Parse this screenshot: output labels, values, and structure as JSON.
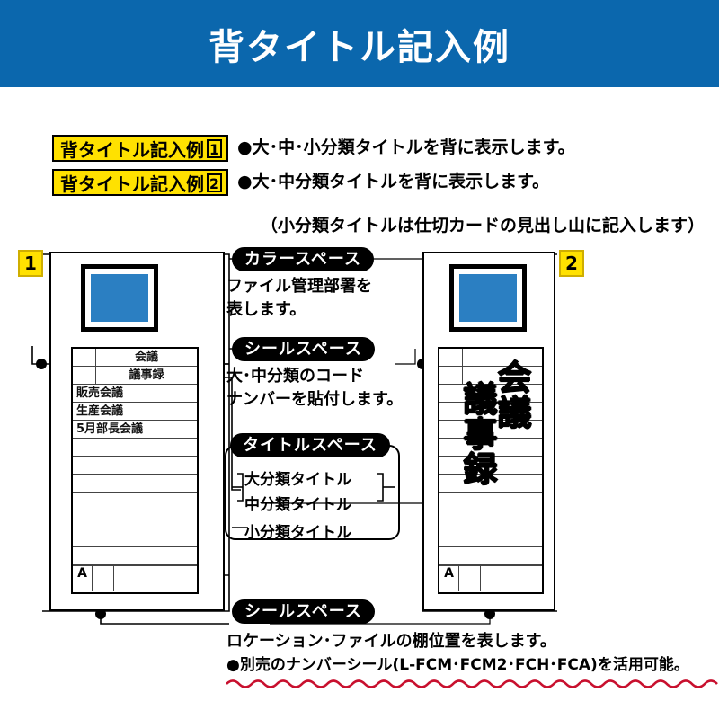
{
  "header": {
    "title": "背タイトル記入例"
  },
  "legend": {
    "items": [
      {
        "label": "背タイトル記入例",
        "num": "1",
        "desc": "●大･中･小分類タイトルを背に表示します。"
      },
      {
        "label": "背タイトル記入例",
        "num": "2",
        "desc": "●大･中分類タイトルを背に表示します。"
      }
    ],
    "sub_note": "（小分類タイトルは仕切カードの見出し山に記入します）"
  },
  "panels": {
    "left": {
      "chip": "1",
      "rows": [
        "会議",
        "議事録",
        "販売会議",
        "生産会議",
        "5月部長会議"
      ],
      "bottom_code": "A"
    },
    "right": {
      "chip": "2",
      "vertical_title_1": "会議",
      "vertical_title_2": "議事録",
      "bottom_code": "A"
    }
  },
  "callouts": {
    "color_space": {
      "pill": "カラースペース",
      "line1": "ファイル管理部署を",
      "line2": "表します。"
    },
    "seal_space": {
      "pill": "シールスペース",
      "line1": "大･中分類のコード",
      "line2": "ナンバーを貼付します。"
    },
    "title_space": {
      "pill": "タイトルスペース",
      "items": [
        "大分類タイトル",
        "中分類タイトル",
        "小分類タイトル"
      ]
    },
    "seal_space_bottom": {
      "pill": "シールスペース",
      "line1": "ロケーション･ファイルの棚位置を表します。",
      "line2": "●別売のナンバーシール(L-FCM･FCM2･FCH･FCA)を活用可能。"
    }
  },
  "colors": {
    "header_blue": "#0b67ad",
    "chip_yellow": "#ffe100",
    "color_space_blue": "#2b7fc2",
    "wave_red": "#c8102e"
  }
}
